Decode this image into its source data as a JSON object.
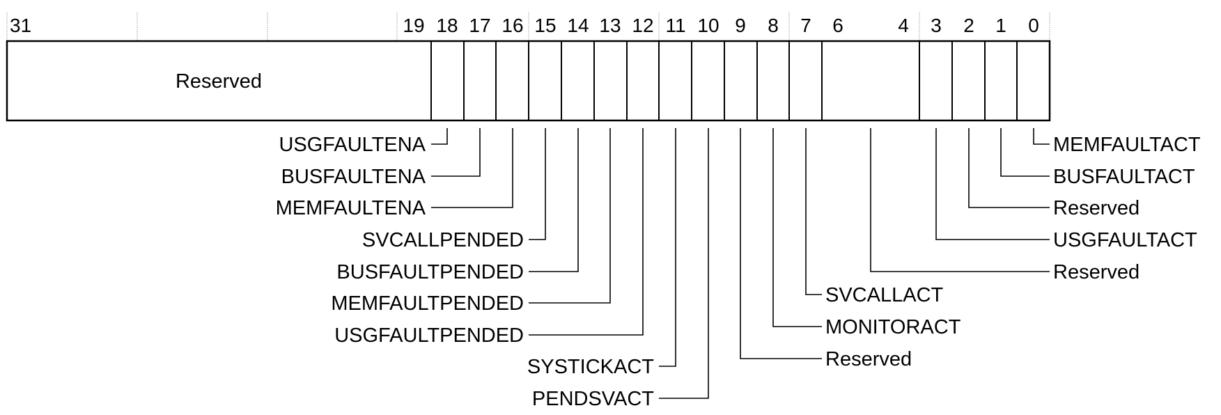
{
  "register": {
    "bit_numbers": [
      "31",
      "19",
      "18",
      "17",
      "16",
      "15",
      "14",
      "13",
      "12",
      "11",
      "10",
      "9",
      "8",
      "7",
      "6",
      "4",
      "3",
      "2",
      "1",
      "0"
    ],
    "reserved_field": "Reserved"
  },
  "left_fields": [
    {
      "bit": "18",
      "name": "USGFAULTENA"
    },
    {
      "bit": "17",
      "name": "BUSFAULTENA"
    },
    {
      "bit": "16",
      "name": "MEMFAULTENA"
    },
    {
      "bit": "15",
      "name": "SVCALLPENDED"
    },
    {
      "bit": "14",
      "name": "BUSFAULTPENDED"
    },
    {
      "bit": "13",
      "name": "MEMFAULTPENDED"
    },
    {
      "bit": "12",
      "name": "USGFAULTPENDED"
    },
    {
      "bit": "11",
      "name": "SYSTICKACT"
    },
    {
      "bit": "10",
      "name": "PENDSVACT"
    }
  ],
  "middle_fields": [
    {
      "bit": "7",
      "name": "SVCALLACT"
    },
    {
      "bit": "8",
      "name": "MONITORACT"
    },
    {
      "bit": "9",
      "name": "Reserved"
    }
  ],
  "right_fields": [
    {
      "bit": "0",
      "name": "MEMFAULTACT"
    },
    {
      "bit": "1",
      "name": "BUSFAULTACT"
    },
    {
      "bit": "2",
      "name": "Reserved"
    },
    {
      "bit": "3",
      "name": "USGFAULTACT"
    },
    {
      "bit": "6:4",
      "name": "Reserved"
    }
  ]
}
